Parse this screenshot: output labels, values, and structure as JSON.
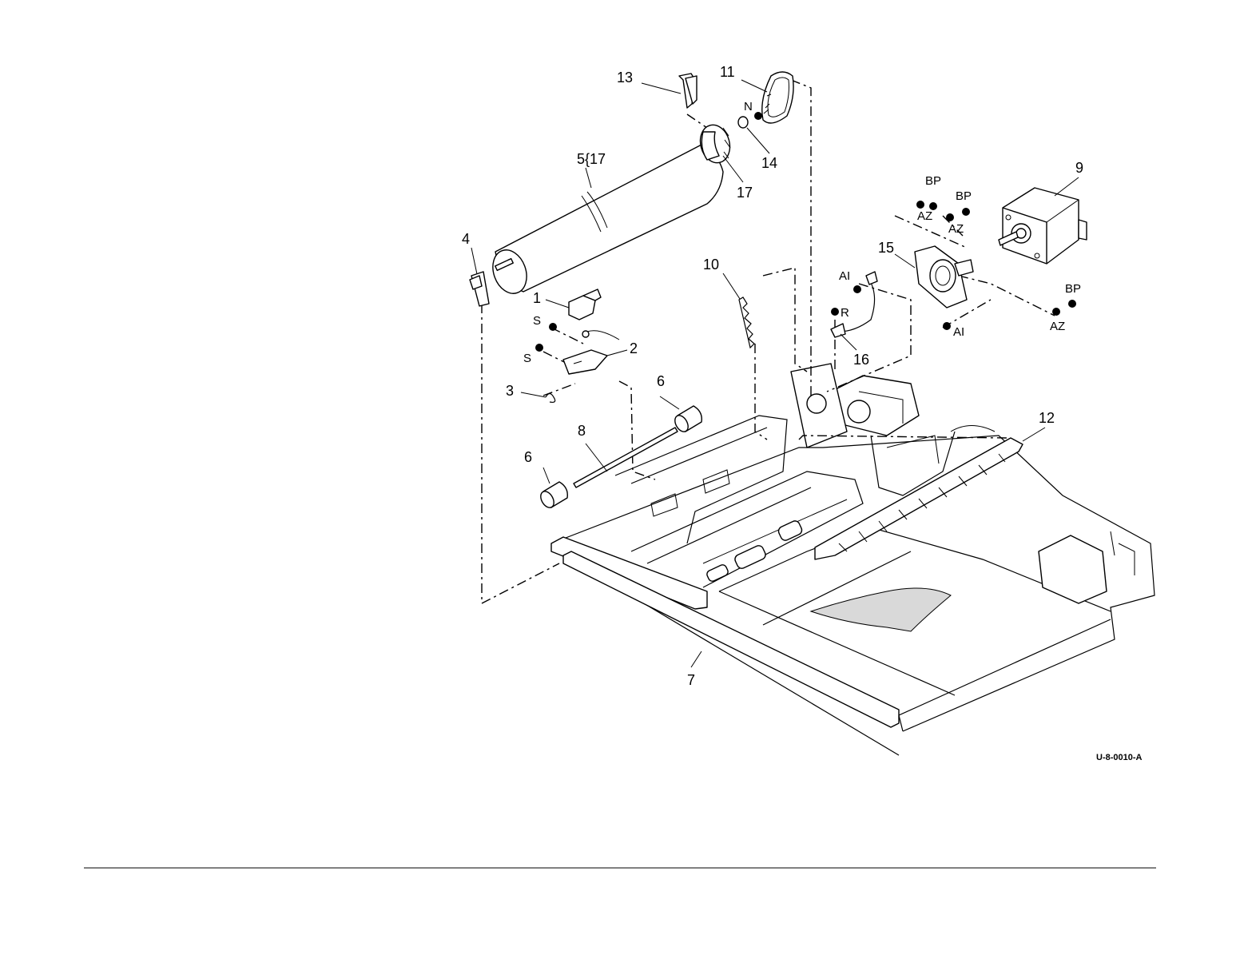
{
  "diagram": {
    "callouts": {
      "c1": "1",
      "c2": "2",
      "c3": "3",
      "c4": "4",
      "c5": "5{17",
      "c6a": "6",
      "c6b": "6",
      "c7": "7",
      "c8": "8",
      "c9": "9",
      "c10": "10",
      "c11": "11",
      "c12": "12",
      "c13": "13",
      "c14": "14",
      "c15": "15",
      "c16": "16",
      "c17": "17"
    },
    "hardware": {
      "n": "N",
      "s1": "S",
      "s2": "S",
      "r": "R",
      "ai1": "AI",
      "ai2": "AI",
      "bp1": "BP",
      "bp2": "BP",
      "bp3": "BP",
      "az1": "AZ",
      "az2": "AZ",
      "az3": "AZ"
    },
    "figure_code": "U-8-0010-A"
  },
  "colors": {
    "ink": "#000000",
    "paper": "#ffffff"
  }
}
